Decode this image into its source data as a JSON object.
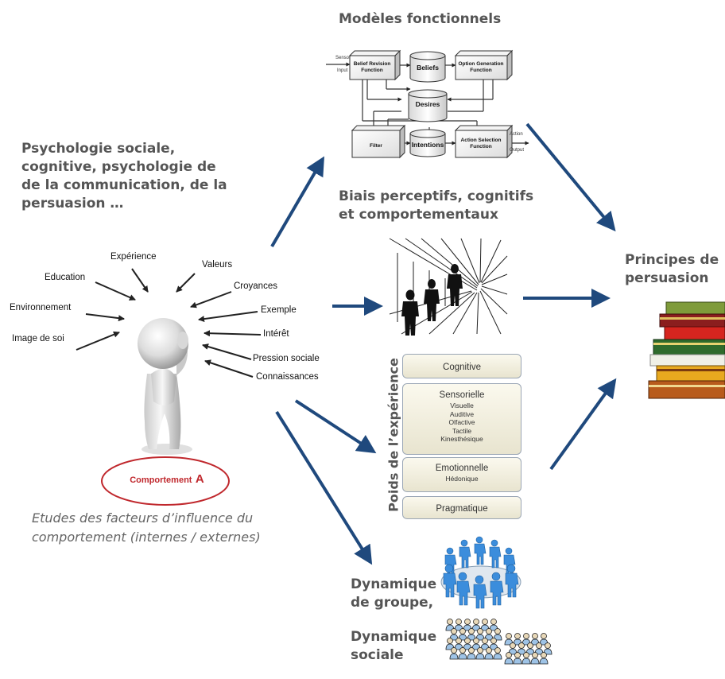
{
  "headings": {
    "functional_models": "Modèles fonctionnels",
    "social_psychology": [
      "Psychologie sociale,",
      "cognitive, psychologie de",
      "de la communication,  de la",
      "persuasion …"
    ],
    "biases": [
      "Biais perceptifs, cognitifs",
      "et comportementaux"
    ],
    "principles": [
      "Principes de",
      "persuasion"
    ],
    "group_dynamics": [
      "Dynamique",
      "de groupe,"
    ],
    "social_dynamics": [
      "Dynamique",
      "sociale"
    ]
  },
  "bdi_diagram": {
    "sensor_input": [
      "Sensor",
      "Input"
    ],
    "belief_revision": [
      "Belief Revision",
      "Function"
    ],
    "beliefs": "Beliefs",
    "option_generation": [
      "Option Generation",
      "Function"
    ],
    "desires": "Desires",
    "filter": "Filter",
    "intentions": "Intentions",
    "action_selection": [
      "Action Selection",
      "Function"
    ],
    "action_output": [
      "Action",
      "Output"
    ]
  },
  "influence_factors": {
    "experience": "Expérience",
    "valeurs": "Valeurs",
    "education": "Education",
    "croyances": "Croyances",
    "environnement": "Environnement",
    "exemple": "Exemple",
    "image_de_soi": "Image de soi",
    "interet": "Intérêt",
    "pression_sociale": "Pression sociale",
    "connaissances": "Connaissances"
  },
  "behavior_label": "Comportement",
  "behavior_letter": "A",
  "study_note": [
    "Etudes des facteurs d’influence du",
    "comportement (internes / externes)"
  ],
  "experience_weight": {
    "title": "Poids de l’expérience",
    "cognitive": "Cognitive",
    "sensorielle": "Sensorielle",
    "sensorielle_items": [
      "Visuelle",
      "Auditive",
      "Olfactive",
      "Tactile",
      "Kinesthésique"
    ],
    "emotionnelle": "Emotionnelle",
    "hedonique": "Hédonique",
    "pragmatique": "Pragmatique"
  },
  "colors": {
    "arrow": "#1f497d",
    "heading": "#555555",
    "behavior_red": "#c0282d"
  }
}
